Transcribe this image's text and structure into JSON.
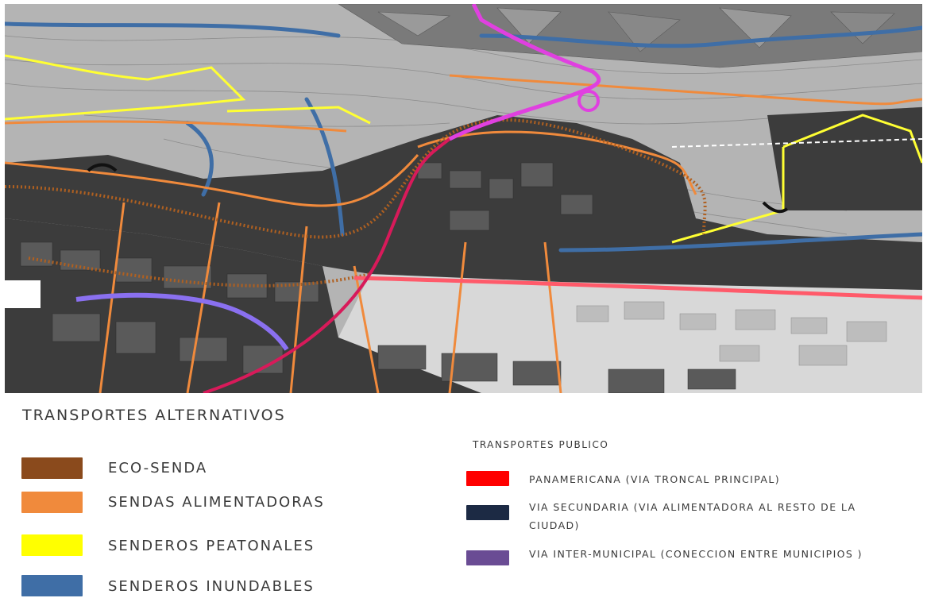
{
  "legend": {
    "alternativos_title": "TRANSPORTES ALTERNATIVOS",
    "alternativos": [
      {
        "label": "ECO-SENDA",
        "color": "#8a4a1c"
      },
      {
        "label": "SENDAS ALIMENTADORAS",
        "color": "#f08a3c"
      },
      {
        "label": "SENDEROS PEATONALES",
        "color": "#ffff00"
      },
      {
        "label": "SENDEROS INUNDABLES",
        "color": "#3f6ea6"
      }
    ],
    "publico_title": "TRANSPORTES PUBLICO",
    "publico": [
      {
        "label": "PANAMERICANA (VIA TRONCAL PRINCIPAL)",
        "color": "#ff0000"
      },
      {
        "label": "VIA SECUNDARIA (VIA ALIMENTADORA AL RESTO DE LA CIUDAD)",
        "color": "#1c2a44"
      },
      {
        "label": "VIA INTER-MUNICIPAL (CONECCION ENTRE MUNICIPIOS )",
        "color": "#6a4c94"
      }
    ]
  },
  "map": {
    "colors": {
      "background": "#a9a9a9",
      "terrain": "#bcbcbc",
      "urban_dark": "#3a3a3a",
      "buildings": "#555555",
      "light_area": "#d8d8d8",
      "panamericana": "#ff5a6a",
      "secundaria": "#d81a5a",
      "intermunicipal": "#8a70f0",
      "magenta_path": "#e040e0"
    }
  }
}
